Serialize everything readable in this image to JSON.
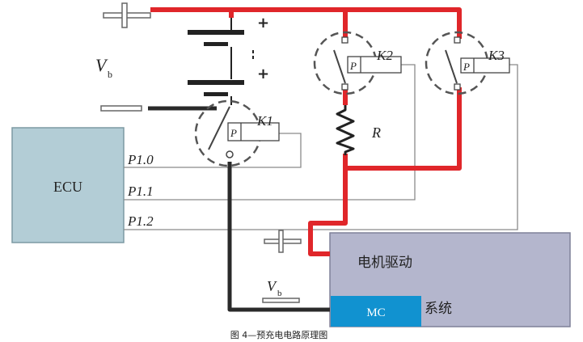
{
  "ecu": {
    "label": "ECU"
  },
  "ports": [
    "P1.0",
    "P1.1",
    "P1.2"
  ],
  "battery": {
    "symbol": "V",
    "subscript": "b"
  },
  "motor_drive": {
    "line1": "电机驱动",
    "line2": "系统"
  },
  "mc": {
    "label": "MC"
  },
  "relays": [
    {
      "label": "K1",
      "coil": "P"
    },
    {
      "label": "K2",
      "coil": "P"
    },
    {
      "label": "K3",
      "coil": "P"
    }
  ],
  "resistor": {
    "label": "R"
  },
  "plus_signs": [
    "+",
    "+"
  ],
  "vb_bottom": {
    "symbol": "V",
    "subscript": "b"
  },
  "caption": "图 4—预充电电路原理图",
  "colors": {
    "positive_wire": "#e0262a",
    "negative_wire": "#2a2a2a",
    "signal_wire": "#8a8a8a",
    "ecu_fill": "#b3cdd6",
    "motor_fill": "#b4b6cd",
    "mc_fill": "#1192d0"
  }
}
